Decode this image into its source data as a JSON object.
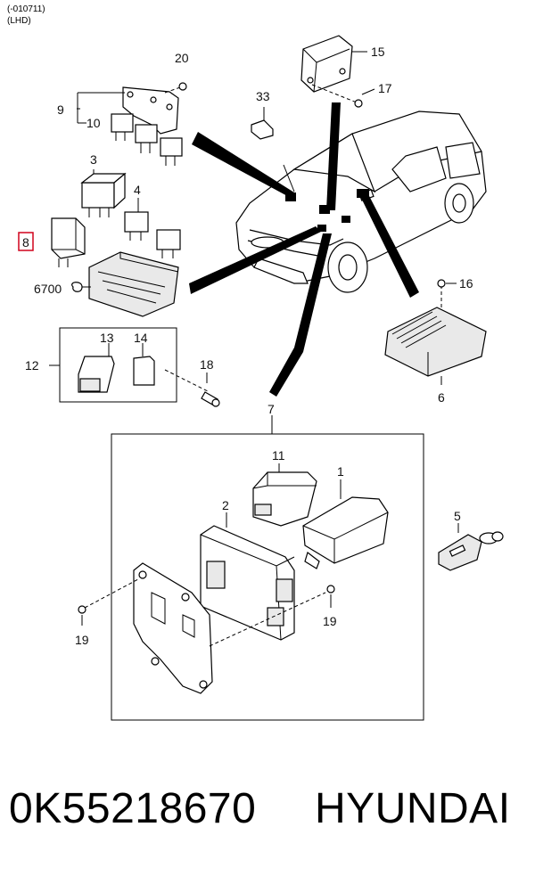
{
  "header": {
    "line1": "(-010711)",
    "line2": "(LHD)"
  },
  "callouts": {
    "c20": "20",
    "c9": "9",
    "c10": "10",
    "c3": "3",
    "c4": "4",
    "c8": "8",
    "c6700": "6700",
    "c15": "15",
    "c17": "17",
    "c33": "33",
    "c16": "16",
    "c6": "6",
    "c12": "12",
    "c13": "13",
    "c14": "14",
    "c18": "18",
    "c7": "7",
    "c11": "11",
    "c1": "1",
    "c2": "2",
    "c5": "5",
    "c19a": "19",
    "c19b": "19"
  },
  "highlighted_callout": "8",
  "highlight_color": "#d0021b",
  "footer": {
    "part_number": "0K55218670",
    "brand": "HYUNDAI"
  }
}
